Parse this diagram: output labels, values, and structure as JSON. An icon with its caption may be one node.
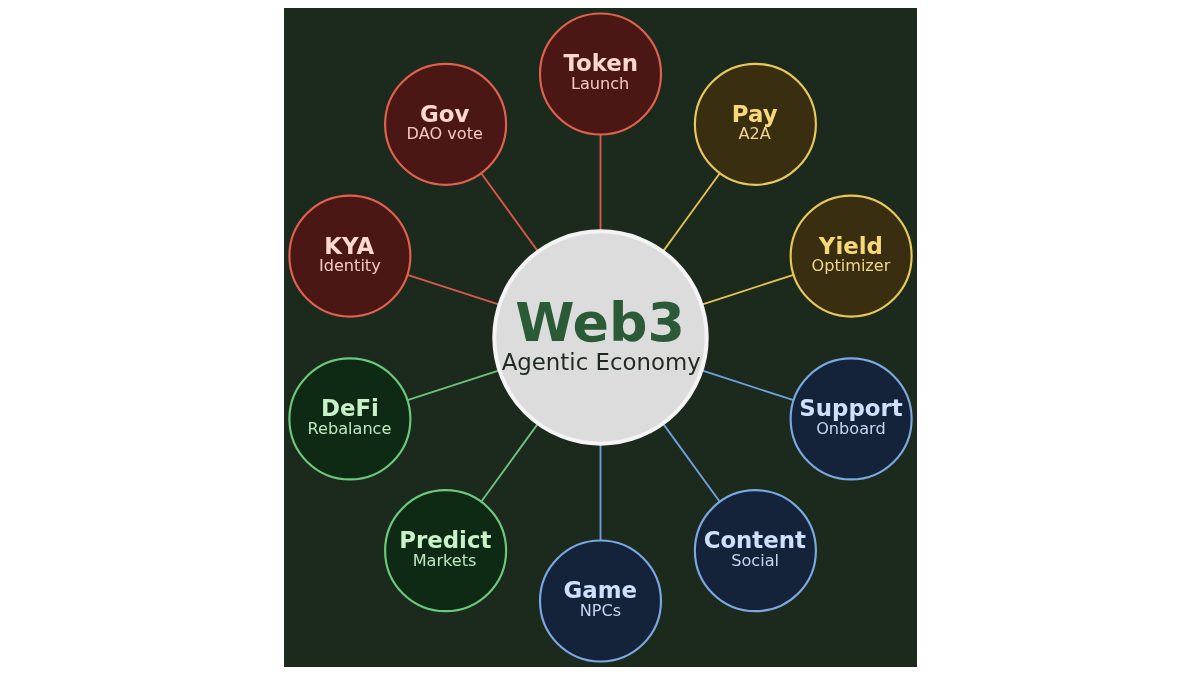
{
  "diagram": {
    "nodes": [
      {
        "text": [
          "Web3",
          "Agentic Economy"
        ]
      },
      {
        "text": [
          "Yield",
          "Optimizer"
        ]
      },
      {
        "text": [
          "Pay",
          "A2A"
        ]
      },
      {
        "text": [
          "Token",
          "Launch"
        ]
      },
      {
        "text": [
          "Gov",
          "DAO vote"
        ]
      },
      {
        "text": [
          "KYA",
          "Identity"
        ]
      },
      {
        "text": [
          "DeFi",
          "Rebalance"
        ]
      },
      {
        "text": [
          "Predict",
          "Markets"
        ]
      },
      {
        "text": [
          "Game",
          "NPCs"
        ]
      },
      {
        "text": [
          "Content",
          "Social"
        ]
      },
      {
        "text": [
          "Support",
          "Onboard"
        ]
      }
    ],
    "edges": [
      {
        "from": 0,
        "to": 1,
        "arrow": "none",
        "color": "#e6c24f"
      },
      {
        "from": 0,
        "to": 2,
        "arrow": "none",
        "color": "#e6c24f"
      },
      {
        "from": 0,
        "to": 3,
        "arrow": "none",
        "color": "#d9584a"
      },
      {
        "from": 0,
        "to": 4,
        "arrow": "none",
        "color": "#d9584a"
      },
      {
        "from": 0,
        "to": 5,
        "arrow": "none",
        "color": "#d9584a"
      },
      {
        "from": 0,
        "to": 6,
        "arrow": "none",
        "color": "#6cc080"
      },
      {
        "from": 0,
        "to": 7,
        "arrow": "none",
        "color": "#6cc080"
      },
      {
        "from": 0,
        "to": 8,
        "arrow": "none",
        "color": "#6fa0dc"
      },
      {
        "from": 0,
        "to": 9,
        "arrow": "none",
        "color": "#6fa0dc"
      },
      {
        "from": 0,
        "to": 10,
        "arrow": "none",
        "color": "#6fa0dc"
      }
    ]
  }
}
